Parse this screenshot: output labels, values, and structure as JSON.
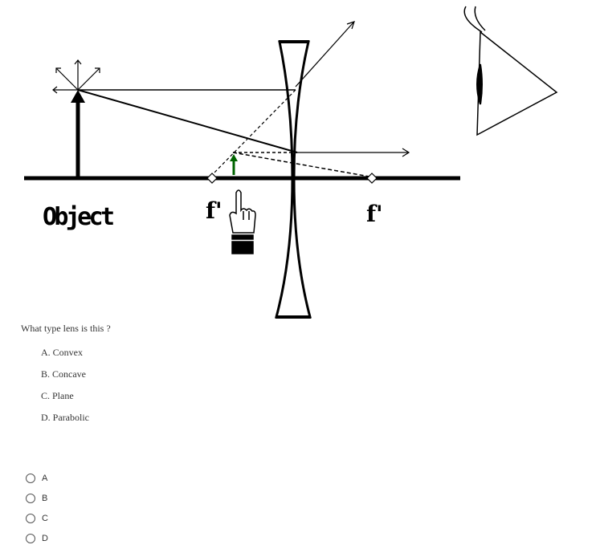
{
  "diagram": {
    "object_label": "Object",
    "focal_label_left": "f'",
    "focal_label_right": "f'"
  },
  "question": {
    "text": "What type lens is this ?",
    "choices": [
      "A. Convex",
      "B. Concave",
      "C. Plane",
      "D. Parabolic"
    ]
  },
  "answers": {
    "options": [
      "A",
      "B",
      "C",
      "D"
    ]
  }
}
